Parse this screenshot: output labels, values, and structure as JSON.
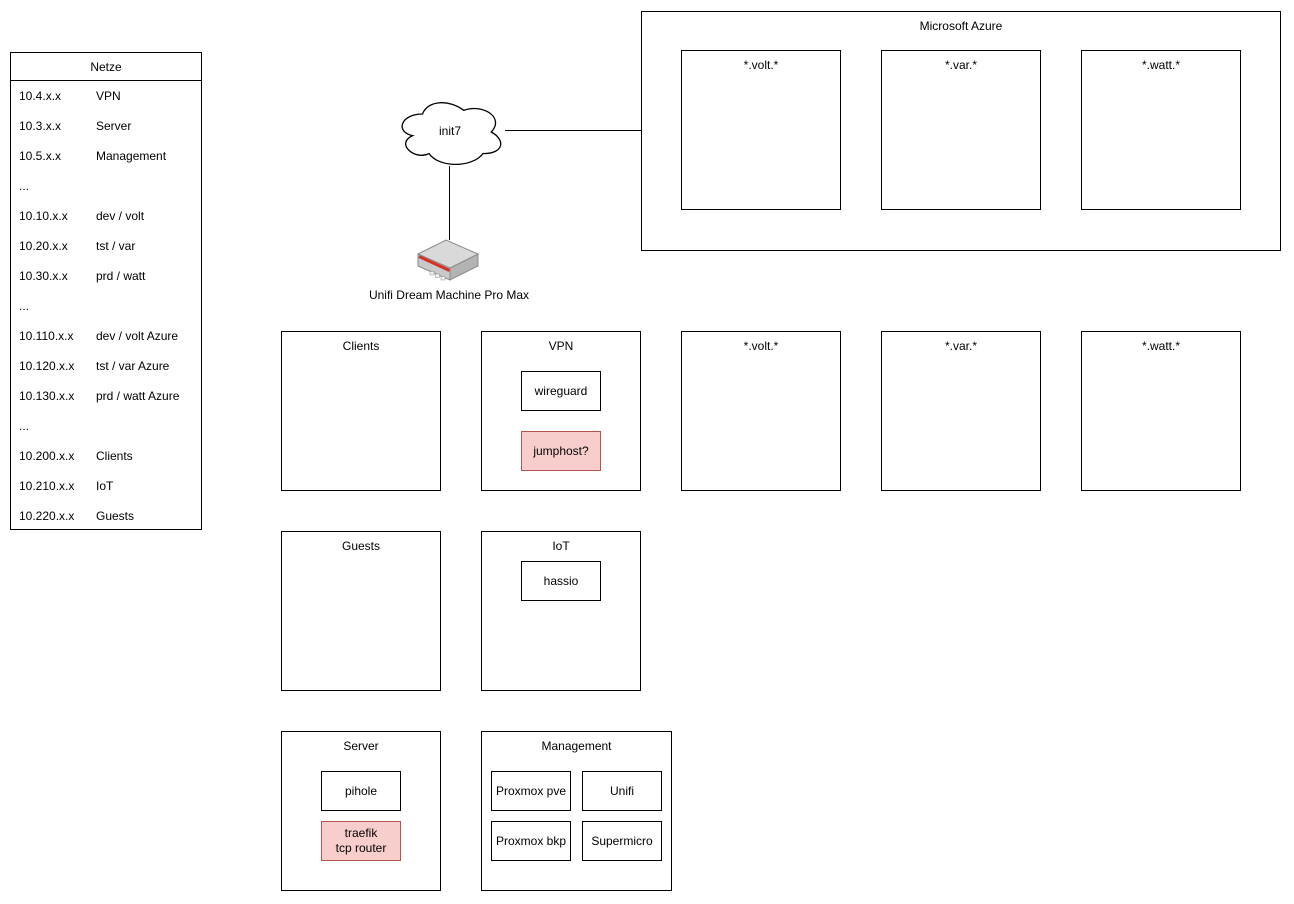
{
  "netze_table": {
    "title": "Netze",
    "rows": [
      {
        "ip": "10.4.x.x",
        "name": "VPN"
      },
      {
        "ip": "10.3.x.x",
        "name": "Server"
      },
      {
        "ip": "10.5.x.x",
        "name": "Management"
      },
      {
        "ip": "...",
        "name": ""
      },
      {
        "ip": "10.10.x.x",
        "name": "dev / volt"
      },
      {
        "ip": "10.20.x.x",
        "name": "tst / var"
      },
      {
        "ip": "10.30.x.x",
        "name": "prd / watt"
      },
      {
        "ip": "...",
        "name": ""
      },
      {
        "ip": "10.110.x.x",
        "name": "dev / volt Azure"
      },
      {
        "ip": "10.120.x.x",
        "name": "tst / var Azure"
      },
      {
        "ip": "10.130.x.x",
        "name": "prd / watt Azure"
      },
      {
        "ip": "...",
        "name": ""
      },
      {
        "ip": "10.200.x.x",
        "name": "Clients"
      },
      {
        "ip": "10.210.x.x",
        "name": "IoT"
      },
      {
        "ip": "10.220.x.x",
        "name": "Guests"
      }
    ]
  },
  "internet": {
    "cloud_label": "init7",
    "router_label": "Unifi Dream Machine Pro Max"
  },
  "azure": {
    "title": "Microsoft Azure",
    "subnets": [
      "*.volt.*",
      "*.var.*",
      "*.watt.*"
    ]
  },
  "lan": {
    "clients_label": "Clients",
    "vpn": {
      "label": "VPN",
      "wireguard": "wireguard",
      "jumphost": "jumphost?"
    },
    "subnets": [
      "*.volt.*",
      "*.var.*",
      "*.watt.*"
    ],
    "guests_label": "Guests",
    "iot": {
      "label": "IoT",
      "hassio": "hassio"
    },
    "server": {
      "label": "Server",
      "pihole": "pihole",
      "traefik": "traefik\ntcp router"
    },
    "management": {
      "label": "Management",
      "nodes": [
        "Proxmox pve",
        "Unifi",
        "Proxmox bkp",
        "Supermicro"
      ]
    }
  },
  "icons": {
    "internet": "cloud",
    "gateway": "router-appliance"
  },
  "colors": {
    "box_stroke": "#000000",
    "highlight_fill": "#f8cecc",
    "highlight_stroke": "#b85450",
    "router_stripe": "#d93025"
  }
}
